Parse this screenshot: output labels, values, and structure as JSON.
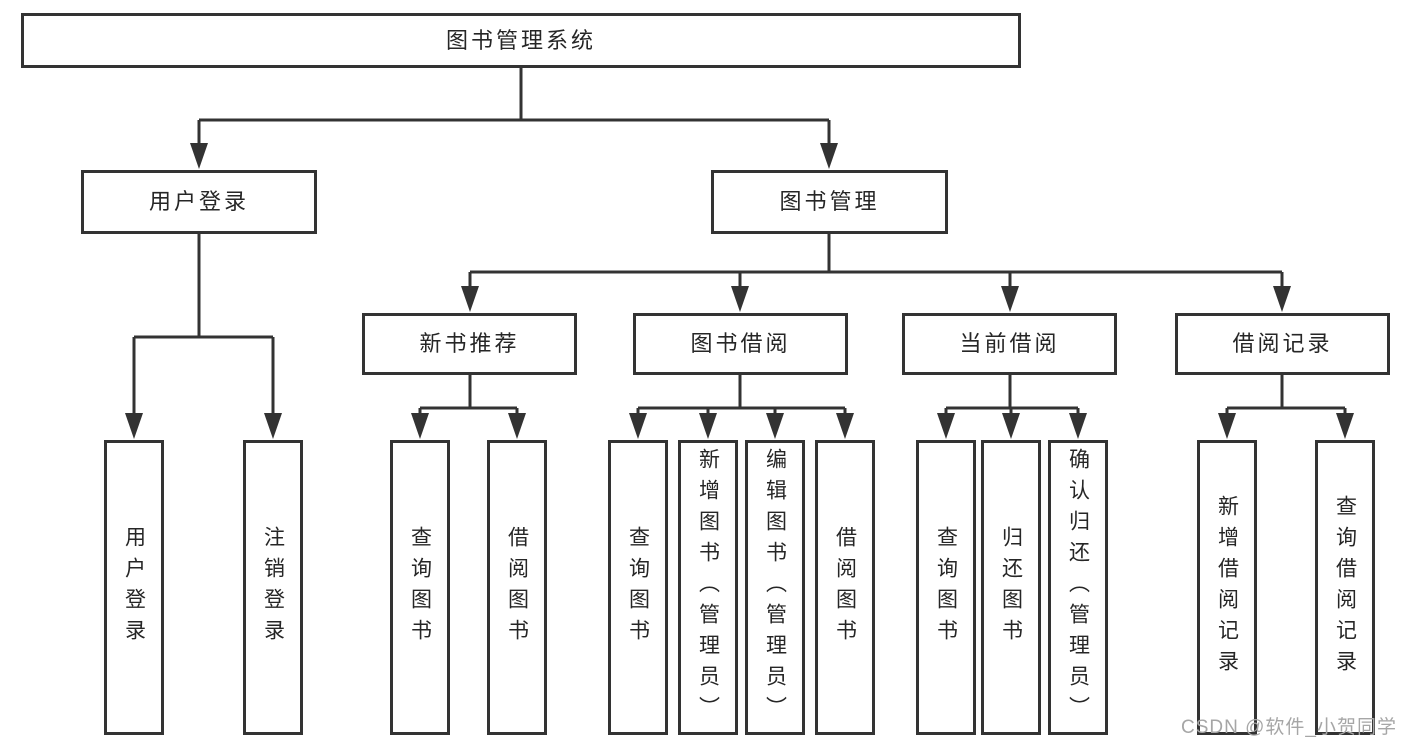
{
  "tree": {
    "label": "图书管理系统",
    "children": [
      {
        "label": "用户登录",
        "children": [
          {
            "label": "用户登录"
          },
          {
            "label": "注销登录"
          }
        ]
      },
      {
        "label": "图书管理",
        "children": [
          {
            "label": "新书推荐",
            "children": [
              {
                "label": "查询图书"
              },
              {
                "label": "借阅图书"
              }
            ]
          },
          {
            "label": "图书借阅",
            "children": [
              {
                "label": "查询图书"
              },
              {
                "label": "新增图书（管理员）"
              },
              {
                "label": "编辑图书（管理员）"
              },
              {
                "label": "借阅图书"
              }
            ]
          },
          {
            "label": "当前借阅",
            "children": [
              {
                "label": "查询图书"
              },
              {
                "label": "归还图书"
              },
              {
                "label": "确认归还（管理员）"
              }
            ]
          },
          {
            "label": "借阅记录",
            "children": [
              {
                "label": "新增借阅记录"
              },
              {
                "label": "查询借阅记录"
              }
            ]
          }
        ]
      }
    ]
  },
  "watermark": {
    "text": "CSDN @软件_小贺同学"
  },
  "colors": {
    "line": "#333333",
    "text": "#262626",
    "watermark": "#a6a6a6",
    "background": "#ffffff"
  }
}
